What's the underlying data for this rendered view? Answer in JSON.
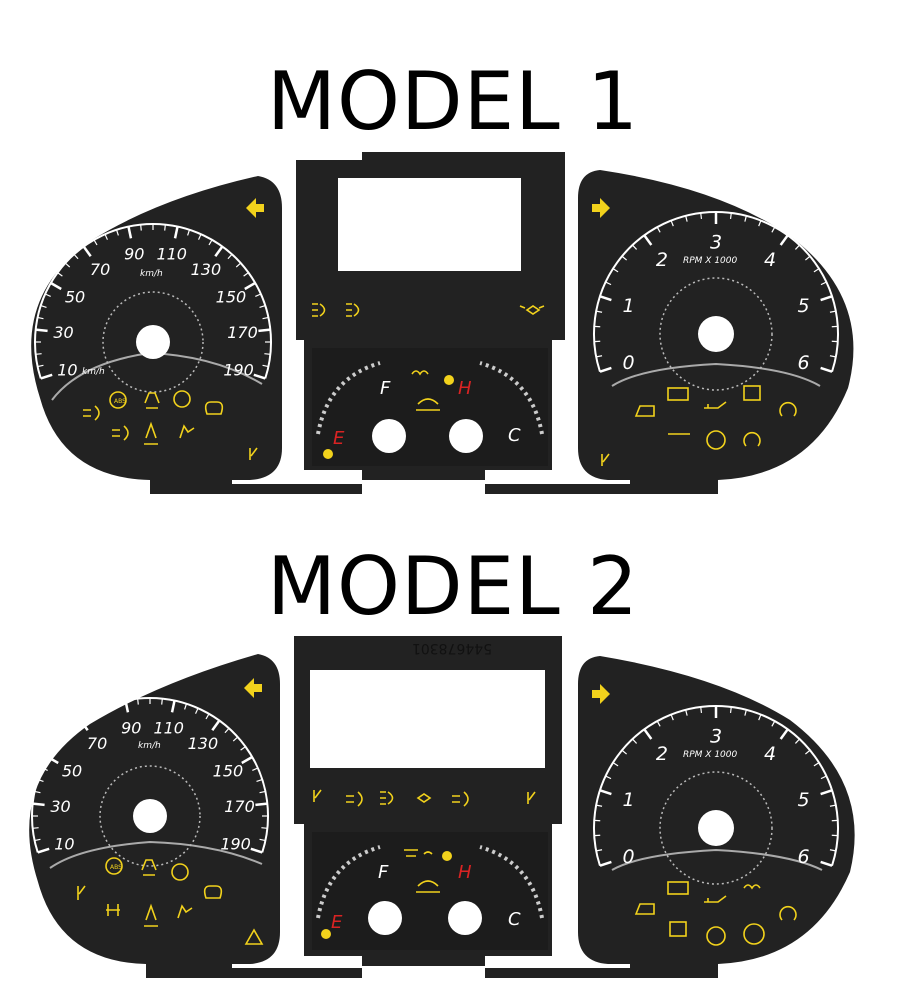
{
  "models": [
    {
      "title": "MODEL 1",
      "speed_unit_top": "km/h",
      "speed_unit_bottom": "km/h",
      "speed_labels": [
        "10",
        "30",
        "50",
        "70",
        "90",
        "110",
        "130",
        "150",
        "170",
        "190"
      ],
      "rpm_unit": "RPM X 1000",
      "rpm_labels": [
        "0",
        "1",
        "2",
        "3",
        "4",
        "5",
        "6"
      ],
      "fuel_full": "F",
      "fuel_empty": "E",
      "temp_hot": "H",
      "temp_cold": "C",
      "abs_label": "ABS"
    },
    {
      "title": "MODEL 2",
      "speed_unit_top": "km/h",
      "speed_labels": [
        "10",
        "30",
        "50",
        "70",
        "90",
        "110",
        "130",
        "150",
        "170",
        "190"
      ],
      "rpm_unit": "RPM X 1000",
      "rpm_labels": [
        "0",
        "1",
        "2",
        "3",
        "4",
        "5",
        "6"
      ],
      "fuel_full": "F",
      "fuel_empty": "E",
      "temp_hot": "H",
      "temp_cold": "C",
      "abs_label": "ABS",
      "part_number": "544678301"
    }
  ],
  "colors": {
    "panel": "#222222",
    "warning": "#f2d21c",
    "alert": "#d92323",
    "marking": "#ffffff"
  }
}
